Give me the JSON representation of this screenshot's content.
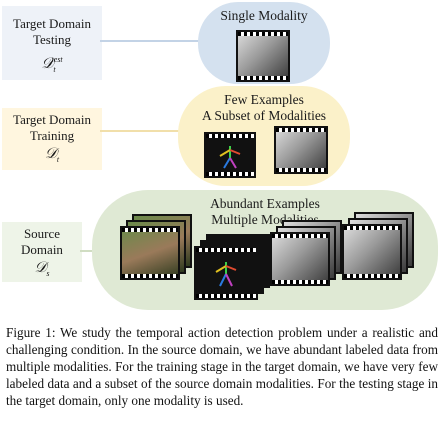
{
  "levels": {
    "testing": {
      "label_line1": "Target Domain",
      "label_line2": "Testing",
      "symbol": "𝒟",
      "symbol_sub": "t",
      "symbol_sup": "test",
      "bubble_title": "Single Modality",
      "bubble_color": "#d4e1ef",
      "label_bg": "#eef2f8"
    },
    "training": {
      "label_line1": "Target Domain",
      "label_line2": "Training",
      "symbol": "𝒟",
      "symbol_sub": "t",
      "bubble_title_line1": "Few Examples",
      "bubble_title_line2": "A Subset of Modalities",
      "bubble_color": "#fbf1c9",
      "label_bg": "#fff6df"
    },
    "source": {
      "label_line1": "Source",
      "label_line2": "Domain",
      "symbol": "𝒟",
      "symbol_sub": "s",
      "bubble_title_line1": "Abundant Examples",
      "bubble_title_line2": "Multiple Modalities",
      "bubble_color": "#dfe9d4",
      "label_bg": "#eef4e8"
    }
  },
  "caption": "Figure 1: We study the temporal action detection problem under a realistic and challenging condition. In the source domain, we have abundant labeled data from multiple modalities. For the training stage in the target domain, we have very few labeled data and a subset of the source domain modalities. For the testing stage in the target domain, only one modality is used."
}
